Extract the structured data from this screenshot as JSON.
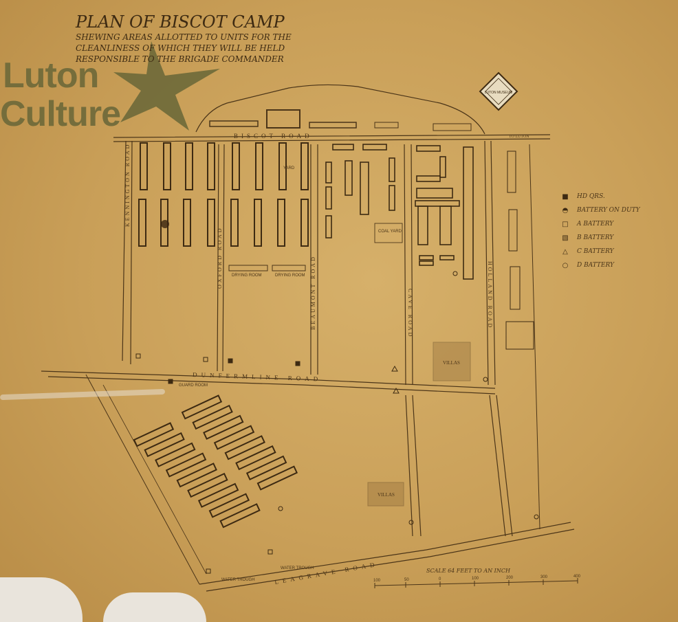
{
  "title": {
    "main": "PLAN OF BISCOT CAMP",
    "subtitle": "SHEWING AREAS ALLOTTED TO UNITS FOR THE CLEANLINESS OF WHICH THEY WILL BE HELD RESPONSIBLE TO THE BRIGADE COMMANDER"
  },
  "watermark": {
    "line1": "Luton",
    "line2": "Culture",
    "color": "#6f6a3a"
  },
  "roads": {
    "biscot": "BISCOT ROAD",
    "to_luton": "TO LUTON",
    "kennington": "KENNINGTON ROAD",
    "beaumont": "BEAUMONT ROAD",
    "dunfermline": "DUNFERMLINE ROAD",
    "oxford": "OXFORD ROAD",
    "cave": "CAVE ROAD",
    "holland": "HOLLAND ROAD",
    "leagrave": "LEAGRAVE ROAD"
  },
  "buildings": {
    "yard": "YARD",
    "coal_yard": "COAL YARD",
    "villas_1": "VILLAS",
    "villas_2": "VILLAS",
    "drying_room_1": "DRYING ROOM",
    "drying_room_2": "DRYING ROOM",
    "water_trough_1": "WATER TROUGH",
    "water_trough_2": "WATER TROUGH",
    "guard_room": "GUARD ROOM"
  },
  "legend": [
    {
      "symbol": "square-dark",
      "label": "HD QRS."
    },
    {
      "symbol": "circle-half",
      "label": "BATTERY ON DUTY"
    },
    {
      "symbol": "square",
      "label": "A BATTERY"
    },
    {
      "symbol": "square-hatched",
      "label": "B BATTERY"
    },
    {
      "symbol": "triangle",
      "label": "C BATTERY"
    },
    {
      "symbol": "circle",
      "label": "D BATTERY"
    }
  ],
  "stamp": {
    "text": "LUTON MUSEUM"
  },
  "scale": {
    "label": "SCALE 64 FEET TO AN INCH",
    "ticks": [
      "100",
      "50",
      "0",
      "100",
      "200",
      "300",
      "400"
    ]
  },
  "colors": {
    "paper": "#c99f58",
    "ink": "#4a3418",
    "watermark": "#6f6a3a"
  }
}
